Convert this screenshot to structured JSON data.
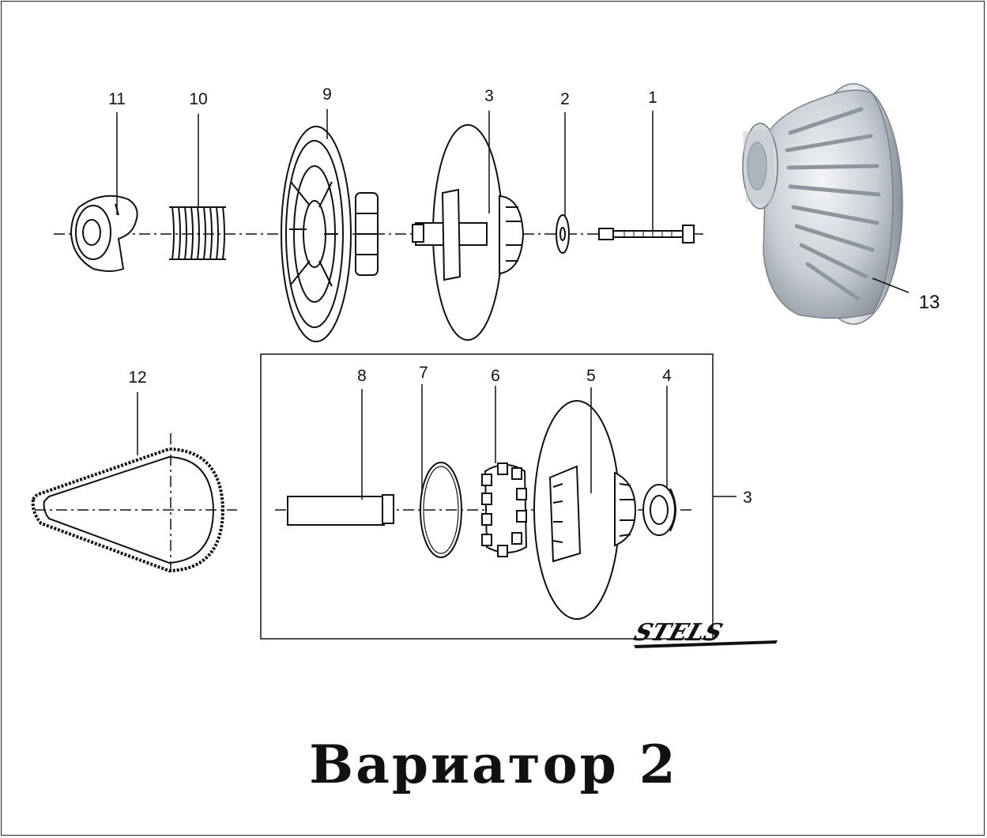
{
  "title": "Вариатор 2",
  "brand": "STELS",
  "callouts": {
    "c1": "1",
    "c2": "2",
    "c3": "3",
    "c9": "9",
    "c10": "10",
    "c11": "11",
    "c13": "13",
    "c12": "12",
    "c8": "8",
    "c7": "7",
    "c6": "6",
    "c5": "5",
    "c4": "4",
    "c3b": "3"
  },
  "colors": {
    "line": "#111111",
    "metal_light": "#eef0f3",
    "metal_mid": "#bfc5cc",
    "metal_dark": "#7d8590"
  }
}
